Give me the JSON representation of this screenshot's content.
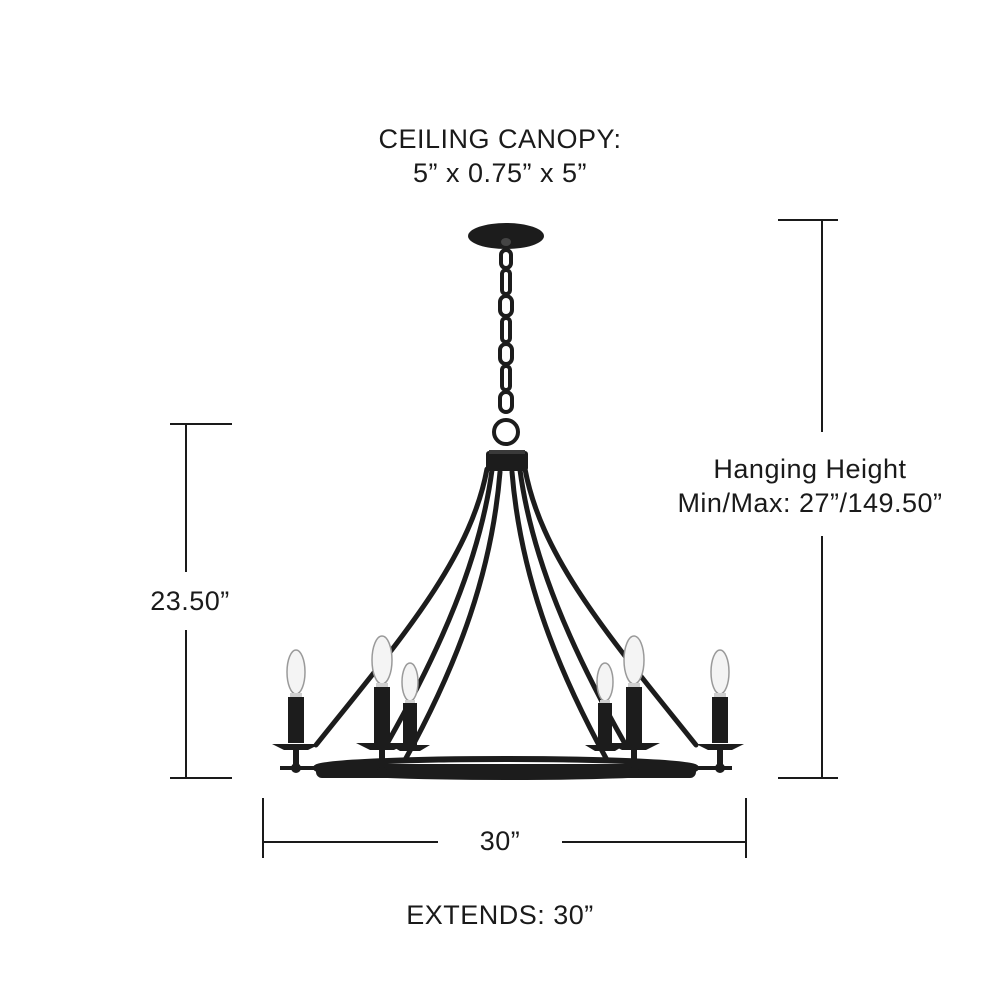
{
  "canopy": {
    "title": "CEILING CANOPY:",
    "size": "5” x 0.75” x 5”"
  },
  "hanging_height": {
    "title": "Hanging Height",
    "value": "Min/Max: 27”/149.50”"
  },
  "fixture_height": "23.50”",
  "fixture_width": "30”",
  "extends": "EXTENDS: 30”",
  "colors": {
    "fixture": "#1c1c1c",
    "bulb": "#f4f4f4",
    "dimension_line": "#1a1a1a"
  }
}
